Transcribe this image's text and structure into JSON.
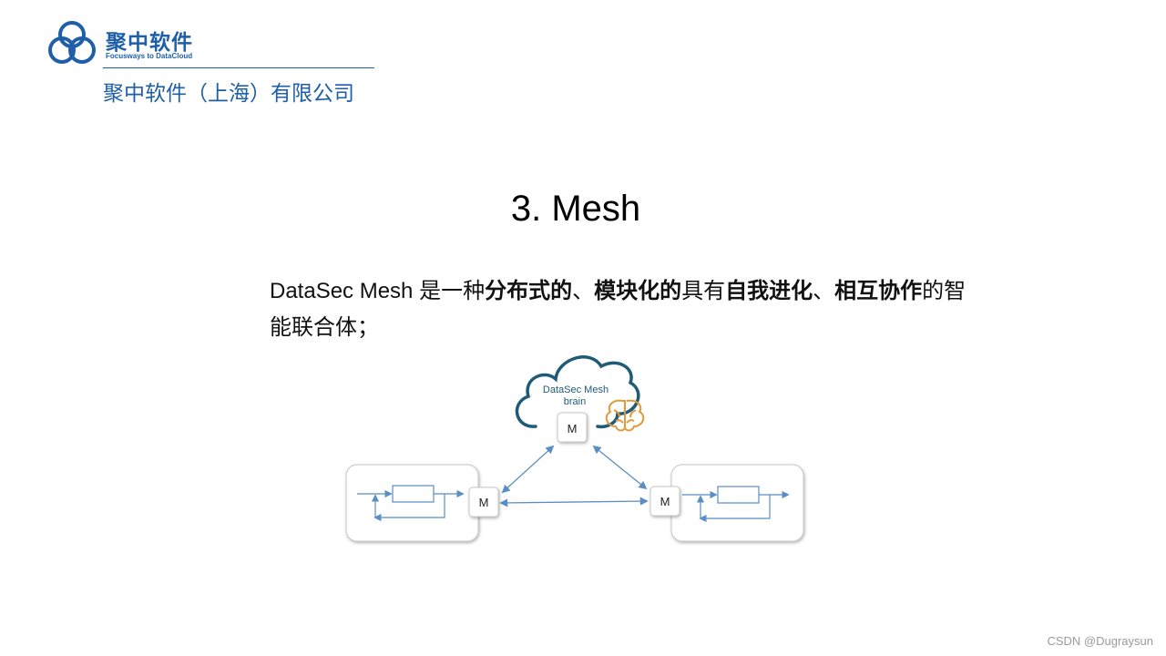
{
  "header": {
    "brand_name": "聚中软件",
    "brand_tagline": "Focusways to DataCloud",
    "company_name": "聚中软件（上海）有限公司"
  },
  "slide": {
    "title": "3. Mesh",
    "body": [
      {
        "text": "DataSec Mesh 是一种",
        "bold": false
      },
      {
        "text": "分布式的",
        "bold": true
      },
      {
        "text": "、",
        "bold": false
      },
      {
        "text": "模块化的",
        "bold": true
      },
      {
        "text": "具有",
        "bold": false
      },
      {
        "text": "自我进化",
        "bold": true
      },
      {
        "text": "、",
        "bold": false
      },
      {
        "text": "相互协作",
        "bold": true
      },
      {
        "text": "的智能联合体；",
        "bold": false
      }
    ]
  },
  "diagram": {
    "cloud_label_line1": "DataSec Mesh",
    "cloud_label_line2": "brain",
    "node_label": "M",
    "brain_icon": "brain-icon",
    "colors": {
      "cloud_stroke": "#1e5b78",
      "cloud_text": "#1e5b78",
      "arrow": "#5b8ec4",
      "brain": "#e09a3a"
    }
  },
  "watermark": "CSDN @Dugraysun"
}
